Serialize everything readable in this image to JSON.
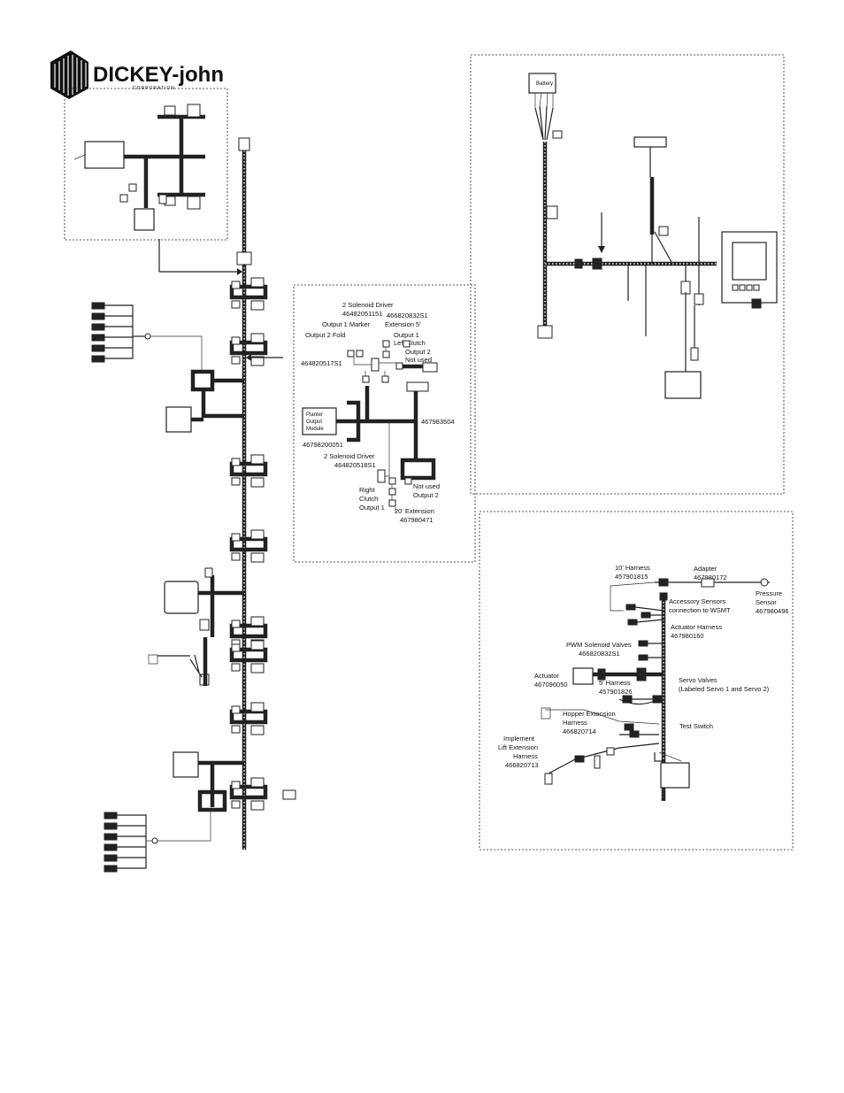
{
  "logo": {
    "name": "DICKEY-john",
    "sub": "CORPORATION"
  },
  "planter_panel": {
    "labels": {
      "solenoid_driver_2_top": "2 Solenoid Driver",
      "part_46482051151": "46482051151",
      "part_466820832s1_top": "466820832S1",
      "output1_marker": "Output 1 Marker",
      "extension_5": "Extension 5'",
      "output2_fold": "Output 2 Fold",
      "output1_right": "Output 1",
      "left_clutch": "Left Clutch",
      "output2_right": "Output  2",
      "not_used_top": "Not used",
      "part_464820517s1": "464820517S1",
      "planter_output_module": [
        "Planter",
        "Output",
        "Module"
      ],
      "part_467983504": "467983504",
      "part_46798200051": "46798200051",
      "solenoid_driver_2_bottom": "2 Solenoid Driver",
      "part_464820518s1": "464820518S1",
      "right": "Right",
      "clutch": "Clutch",
      "output1_bottom": "Output 1",
      "not_used_bottom": "Not used",
      "output2_bottom": "Output 2",
      "extension_20": "20' Extension",
      "part_467980471": "467980471"
    }
  },
  "power_panel": {
    "labels": {
      "battery": "Battery"
    }
  },
  "hydraulic_panel": {
    "labels": {
      "harness_10": "10' Harness",
      "part_457901815": "457901815",
      "adapter": "Adapter",
      "part_467980172": "467980172",
      "pressure": "Pressure",
      "sensor": "Sensor",
      "part_467980496": "467980496",
      "accessory_sensors": "Accessory Sensors",
      "connection_wsmt": "connection to WSMT",
      "actuator_harness": "Actuator Harness",
      "part_467980160": "467980160",
      "pwm_solenoid": "PWM Solenoid Valves",
      "part_466820832s1": "466820832S1",
      "actuator": "Actuator",
      "part_467096050": "467096050",
      "harness_5": "5' Harness",
      "part_457901826": "457901826",
      "servo_valves": "Servo Valves",
      "servo_labeled": "(Labeled Servo 1 and Servo 2)",
      "hopper_extension": "Hopper Extension",
      "harness_word": "Harness",
      "part_466820714": "466820714",
      "test_switch": "Test Switch",
      "implement": "Implement",
      "lift_extension": "Lift Extension",
      "harness_word2": "Harness",
      "part_466820713": "466820713"
    }
  }
}
